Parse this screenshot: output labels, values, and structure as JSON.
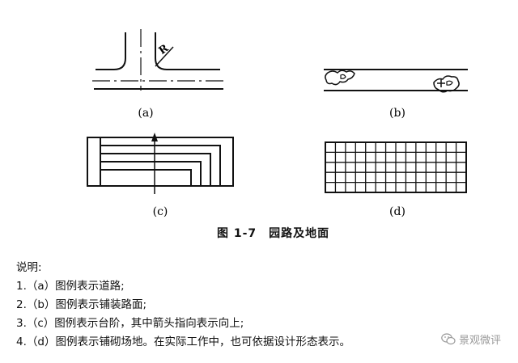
{
  "figure": {
    "sub_labels": {
      "a": "(a)",
      "b": "(b)",
      "c": "(c)",
      "d": "(d)"
    },
    "radius_label": "R",
    "caption": "图 1-7　园路及地面"
  },
  "notes": {
    "heading": "说明:",
    "items": [
      "1.（a）图例表示道路;",
      "2.（b）图例表示铺装路面;",
      "3.（c）图例表示台阶，其中箭头指向表示向上;",
      "4.（d）图例表示铺砌场地。在实际工作中，也可依据设计形态表示。"
    ]
  },
  "watermark": {
    "icon": "wechat-icon",
    "text": "景观微评"
  }
}
